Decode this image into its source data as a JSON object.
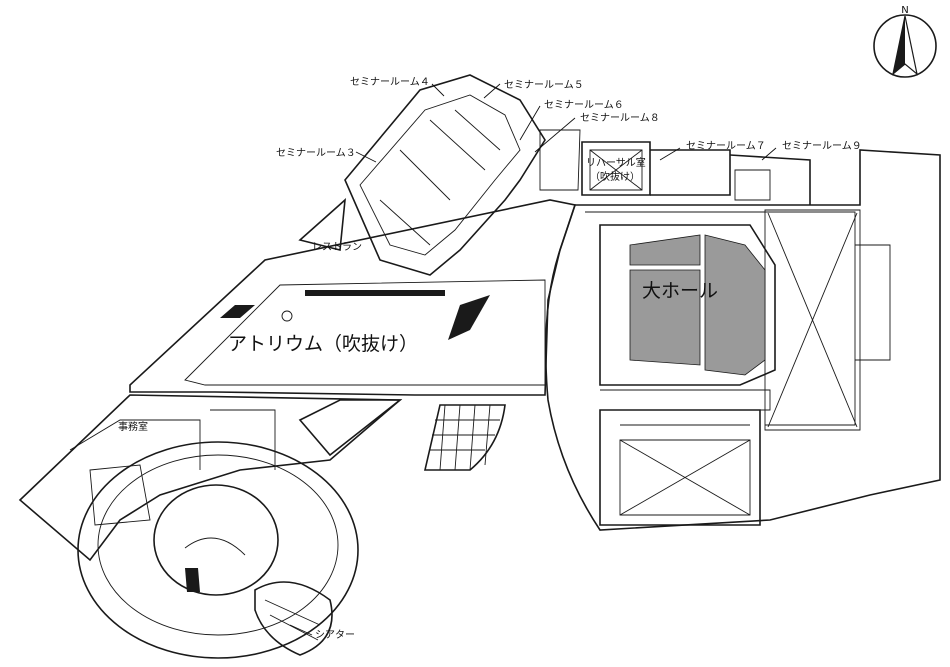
{
  "compass": {
    "north_label": "N",
    "icon": "north-arrow-icon"
  },
  "rooms": {
    "seminar_4": "セミナールーム４",
    "seminar_5": "セミナールーム５",
    "seminar_6": "セミナールーム６",
    "seminar_8": "セミナールーム８",
    "seminar_3": "セミナールーム３",
    "seminar_7": "セミナールーム７",
    "seminar_9": "セミナールーム９",
    "rehearsal_line1": "リハーサル室",
    "rehearsal_line2": "（吹抜け）",
    "restaurant": "レストラン",
    "large_hall": "大ホール",
    "atrium": "アトリウム（吹抜け）",
    "office": "事務室",
    "theater": "シアター"
  },
  "colors": {
    "ink": "#1a1a1a",
    "paper": "#ffffff"
  }
}
